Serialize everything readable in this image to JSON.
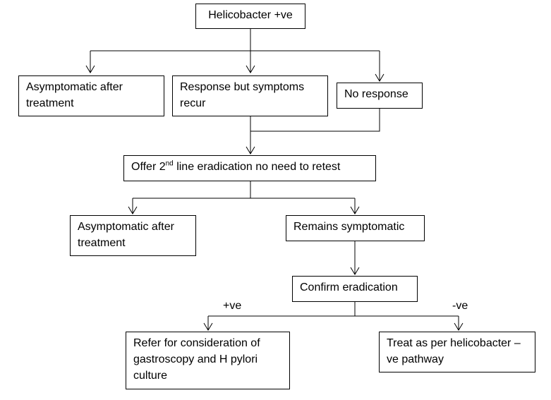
{
  "nodes": {
    "h_pos": "Helicobacter  +ve",
    "asym1": "Asymptomatic after treatment",
    "resp_recur": "Response but symptoms recur",
    "no_resp": "No response",
    "offer_pre": "Offer 2",
    "offer_sup": "nd",
    "offer_post": " line eradication no need to retest",
    "asym2": "Asymptomatic after treatment",
    "remains": "Remains symptomatic",
    "confirm": "Confirm eradication",
    "refer": "Refer for consideration of gastroscopy and H pylori culture",
    "treat": "Treat as per helicobacter –ve pathway"
  },
  "edge_labels": {
    "pos": "+ve",
    "neg": "-ve"
  },
  "colors": {
    "stroke": "#000000",
    "background": "#ffffff"
  }
}
